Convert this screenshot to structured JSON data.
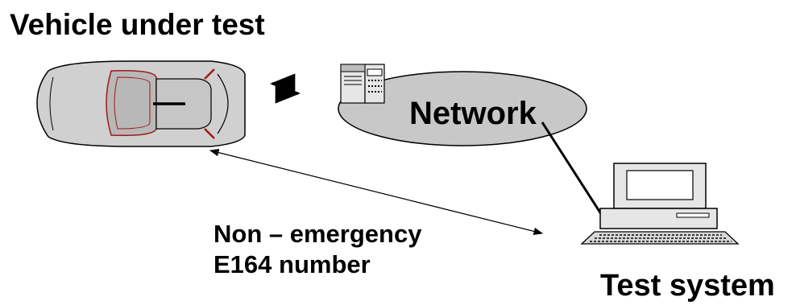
{
  "diagram": {
    "title": "Vehicle under test",
    "network_label": "Network",
    "test_system_label": "Test system",
    "number_caption": {
      "line1": "Non – emergency",
      "line2": "E164 number"
    }
  },
  "colors": {
    "car_body": "#d0d0d0",
    "car_trim": "#a01818",
    "network_cloud": "#c8c8c8",
    "equipment": "#e6e6e6",
    "outline": "#000000"
  }
}
